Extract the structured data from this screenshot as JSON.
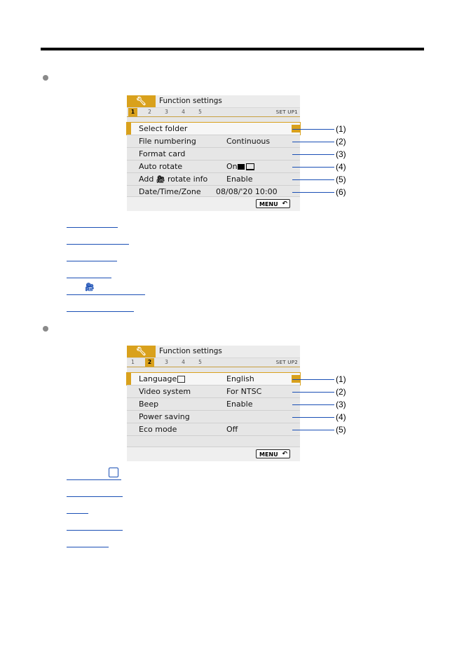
{
  "screen1": {
    "title": "Function settings",
    "tab_icon": "wrench-icon",
    "tabs": [
      "1",
      "2",
      "3",
      "4",
      "5"
    ],
    "active_tab": "1",
    "setup_label": "SET UP1",
    "rows": [
      {
        "label": "Select folder",
        "value": ""
      },
      {
        "label": "File numbering",
        "value": "Continuous"
      },
      {
        "label": "Format card",
        "value": ""
      },
      {
        "label": "Auto rotate",
        "value": "On"
      },
      {
        "label": "Add ",
        "label_icon": "movie-icon",
        "label_suffix": " rotate info",
        "value": "Enable"
      },
      {
        "label": "Date/Time/Zone",
        "value": "08/08/'20 10:00"
      }
    ],
    "menu_label": "MENU",
    "callouts": [
      "(1)",
      "(2)",
      "(3)",
      "(4)",
      "(5)",
      "(6)"
    ]
  },
  "screen2": {
    "title": "Function settings",
    "tab_icon": "wrench-icon",
    "tabs": [
      "1",
      "2",
      "3",
      "4",
      "5"
    ],
    "active_tab": "2",
    "setup_label": "SET UP2",
    "rows": [
      {
        "label": "Language",
        "value": "English"
      },
      {
        "label": "Video system",
        "value": "For NTSC"
      },
      {
        "label": "Beep",
        "value": "Enable"
      },
      {
        "label": "Power saving",
        "value": ""
      },
      {
        "label": "Eco mode",
        "value": "Off"
      }
    ],
    "menu_label": "MENU",
    "callouts": [
      "(1)",
      "(2)",
      "(3)",
      "(4)",
      "(5)"
    ]
  },
  "colors": {
    "accent": "#d9a11c",
    "link": "#1a4fb5",
    "bullet": "#8a8a8a"
  }
}
